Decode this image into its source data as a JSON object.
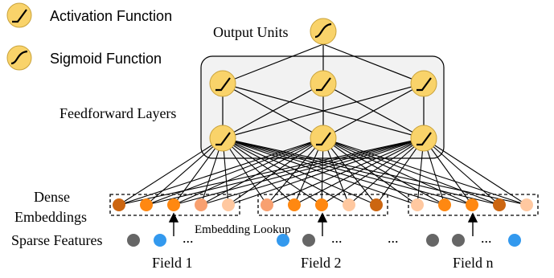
{
  "legend": {
    "activation_label": "Activation Function",
    "sigmoid_label": "Sigmoid Function"
  },
  "labels": {
    "output_units": "Output Units",
    "feedforward_layers": "Feedforward Layers",
    "dense_line1": "Dense",
    "dense_line2": "Embeddings",
    "embedding_lookup": "Embedding Lookup",
    "sparse_features": "Sparse Features",
    "ellipsis": "...",
    "field_1": "Field 1",
    "field_2": "Field 2",
    "field_n": "Field n"
  },
  "colors": {
    "node_fill": "#f9d36a",
    "node_stroke": "#c9a23a",
    "box_fill": "#f2f2f2",
    "embedding_palette": [
      "#cc6611",
      "#ff8811",
      "#ff9a40",
      "#f8a070",
      "#ffc8a0"
    ],
    "sparse_gray": "#666666",
    "sparse_blue": "#3399ee"
  },
  "embeddings": {
    "group_1": [
      "dark",
      "orange",
      "orange",
      "salmon",
      "peach"
    ],
    "group_2": [
      "salmon",
      "orange",
      "orange",
      "peach",
      "dark"
    ],
    "group_3": [
      "peach",
      "orange",
      "orange",
      "dark",
      "peach"
    ]
  },
  "sparse": {
    "group_1": [
      "gray",
      "blue"
    ],
    "group_2": [
      "blue",
      "gray"
    ],
    "group_3": [
      "gray",
      "gray",
      "blue"
    ]
  }
}
